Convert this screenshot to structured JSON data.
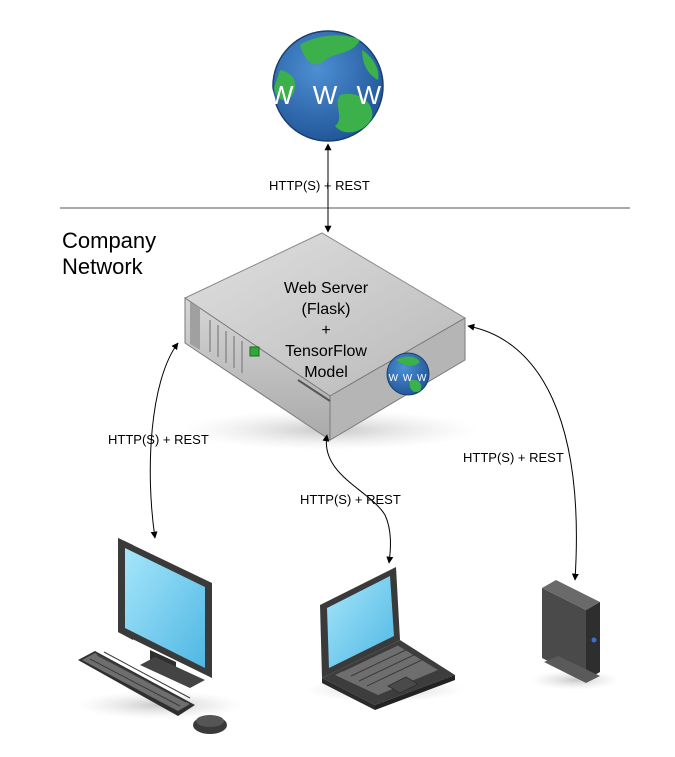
{
  "zone_label": [
    "Company",
    "Network"
  ],
  "server_label": [
    "Web Server",
    "(Flask)",
    "+",
    "TensorFlow",
    "Model"
  ],
  "globe_text": "W W W",
  "server_badge_text": "W W W",
  "connections": {
    "internet": "HTTP(S) + REST",
    "desktop": "HTTP(S) + REST",
    "laptop": "HTTP(S) + REST",
    "device": "HTTP(S) + REST"
  },
  "colors": {
    "ocean": "#2f6fb5",
    "land": "#3cb04a",
    "server_body": "#c9c9c9",
    "screen": "#7fd3f2",
    "dark_metal": "#3d3d3d"
  },
  "icons": [
    "globe-icon",
    "server-icon",
    "desktop-computer-icon",
    "laptop-icon",
    "tower-device-icon"
  ]
}
